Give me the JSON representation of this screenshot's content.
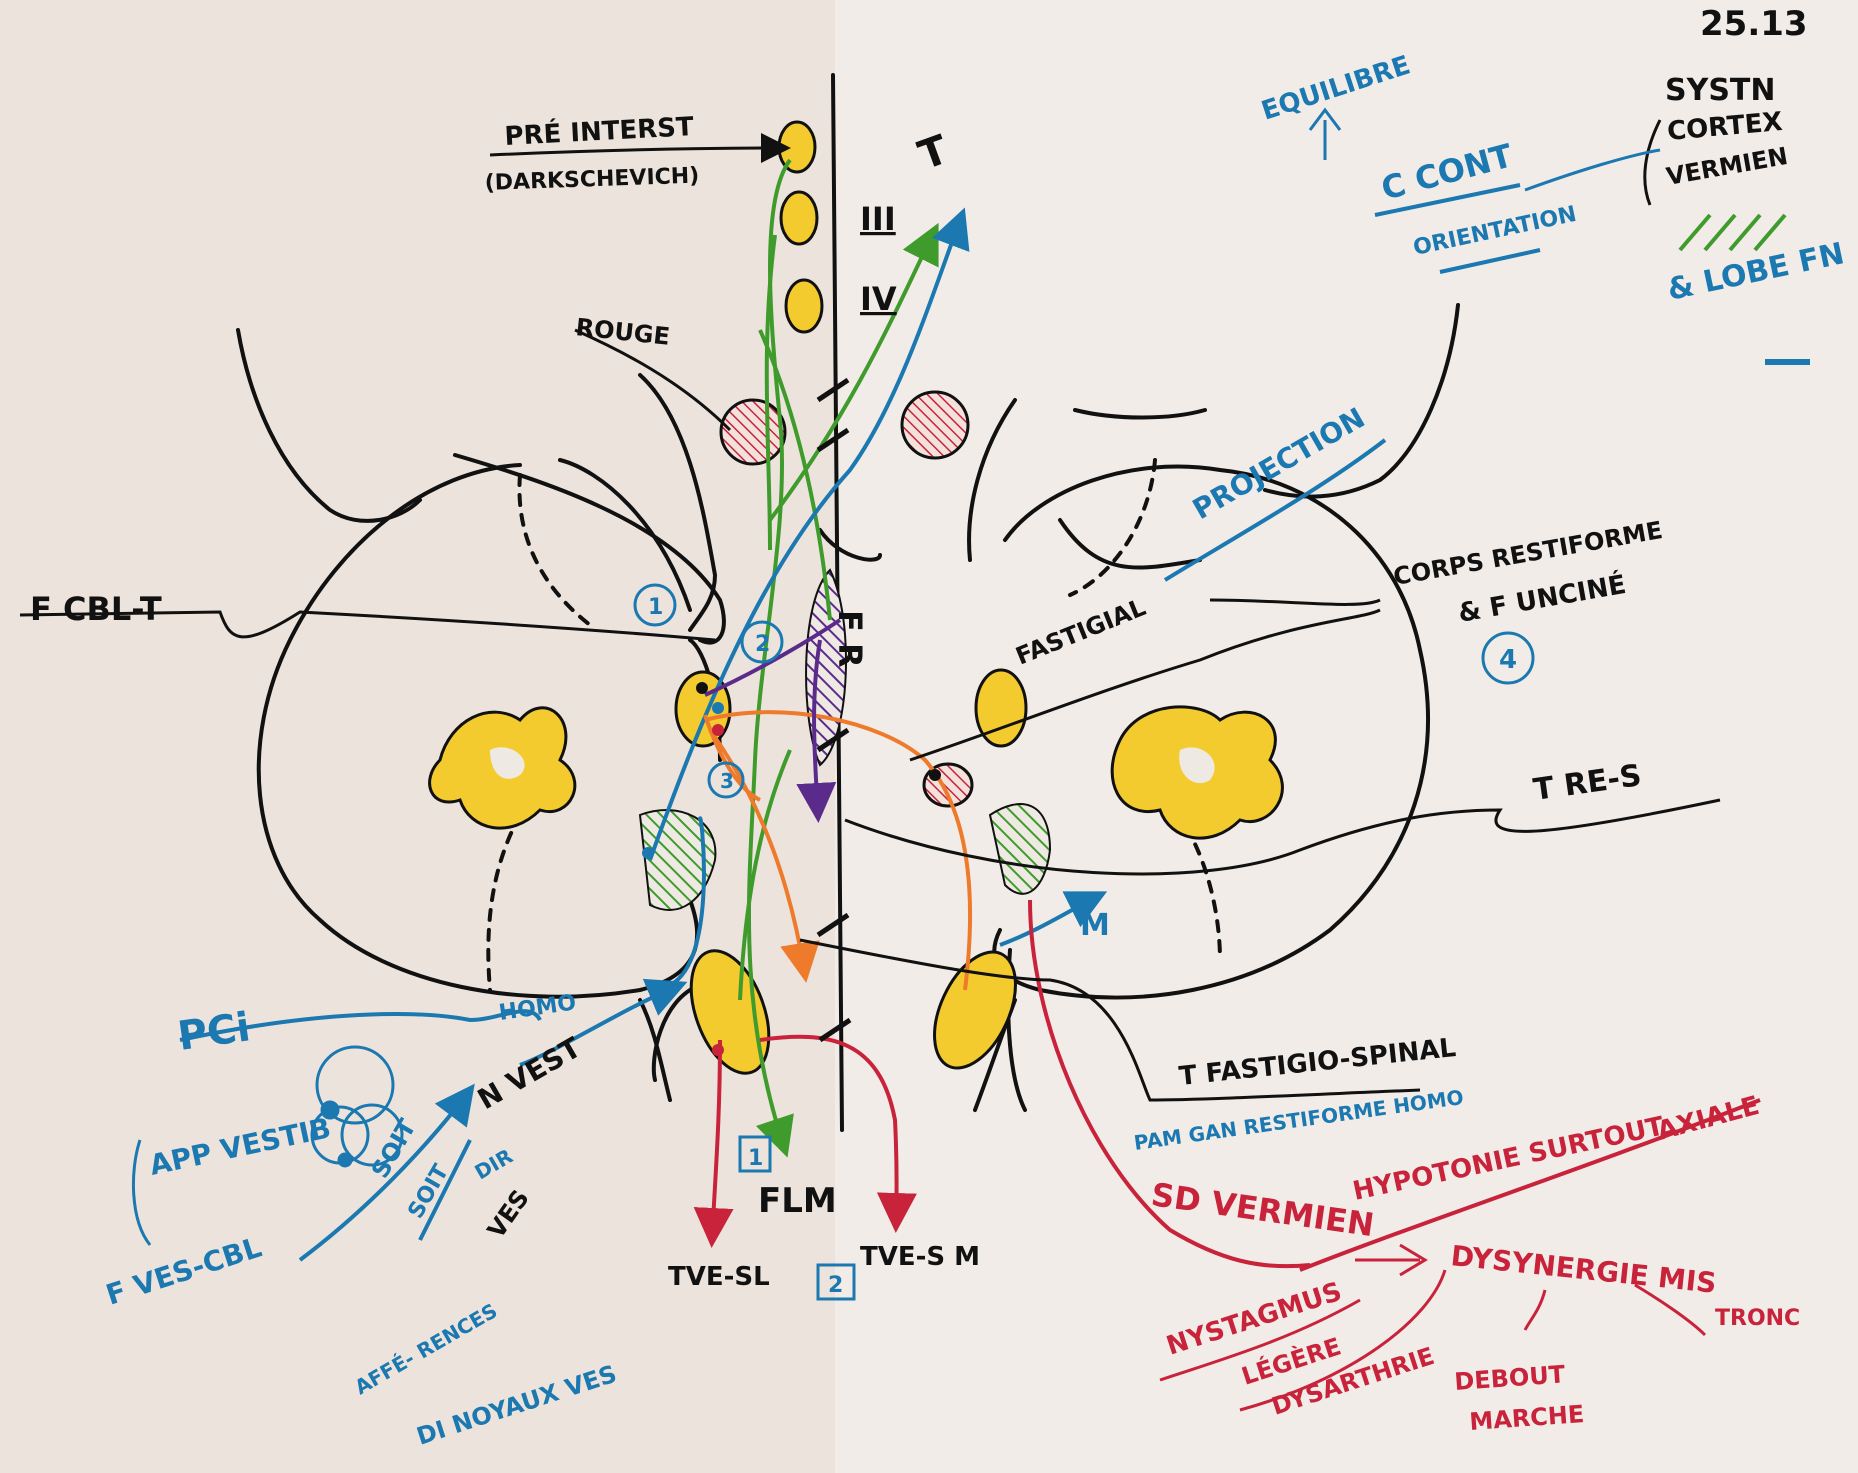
{
  "date": "25.13",
  "left_labels": {
    "pre_interst": "PRÉ INTERST",
    "darkschevich": "(DARKSCHEVICH)",
    "rouge": "ROUGE",
    "f_cbl_t": "F CBL-T",
    "pci": "PCi",
    "homo": "HOMO",
    "n_vest": "N VEST",
    "dir": "DIR",
    "soit_1": "SOIT",
    "soit_2": "SOIT",
    "app_vestib": "APP VESTIB",
    "f_ves_cbl": "F VES-CBL",
    "afferences": "AFFÉ- RENCES",
    "di_noyaux_ves": "DI NOYAUX VES",
    "ves": "VES"
  },
  "midline_labels": {
    "t": "T",
    "iii": "III",
    "iv": "IV",
    "fr": "F R",
    "flm": "FLM",
    "tve_sl": "TVE-SL",
    "tve_sm": "TVE-S M",
    "box_1": "1",
    "box_2": "2"
  },
  "circles": {
    "c1": "1",
    "c2": "2",
    "c3": "3",
    "c4": "4"
  },
  "right_labels": {
    "equilibre": "EQUILIBRE",
    "c_cont": "C CONT",
    "orientation": "ORIENTATION",
    "syst": "SYSTN",
    "cortex": "CORTEX",
    "vermien": "VERMIEN",
    "lobe_fn": "& LOBE FN",
    "projection": "PROJECTION",
    "fastigial": "FASTIGIAL",
    "corps_restiforme": "CORPS RESTIFORME",
    "f_uncine": "& F UNCINÉ",
    "t_re_s": "T RE-S",
    "m": "M",
    "t_fastigio_spinal": "T FASTIGIO-SPINAL",
    "pam_gan": "PAM GAN RESTIFORME HOMO"
  },
  "syndrome": {
    "sd_vermien": "SD VERMIEN",
    "hypotonie": "HYPOTONIE SURTOUT",
    "axiale": "AXIALE",
    "dysynergie": "DYSYNERGIE MIS",
    "tronc": "TRONC",
    "nystagmus": "NYSTAGMUS",
    "legere": "LÉGÈRE",
    "dysarthrie": "DYSARTHRIE",
    "debout": "DEBOUT",
    "marche": "MARCHE"
  },
  "colors": {
    "ink": "#111111",
    "blue": "#1b78b0",
    "green": "#3f9b2c",
    "red": "#c8233a",
    "orange": "#ee7a2b",
    "purple": "#5b2b8c",
    "yellow": "#f3cb2e",
    "paper": "#efe9e4"
  }
}
